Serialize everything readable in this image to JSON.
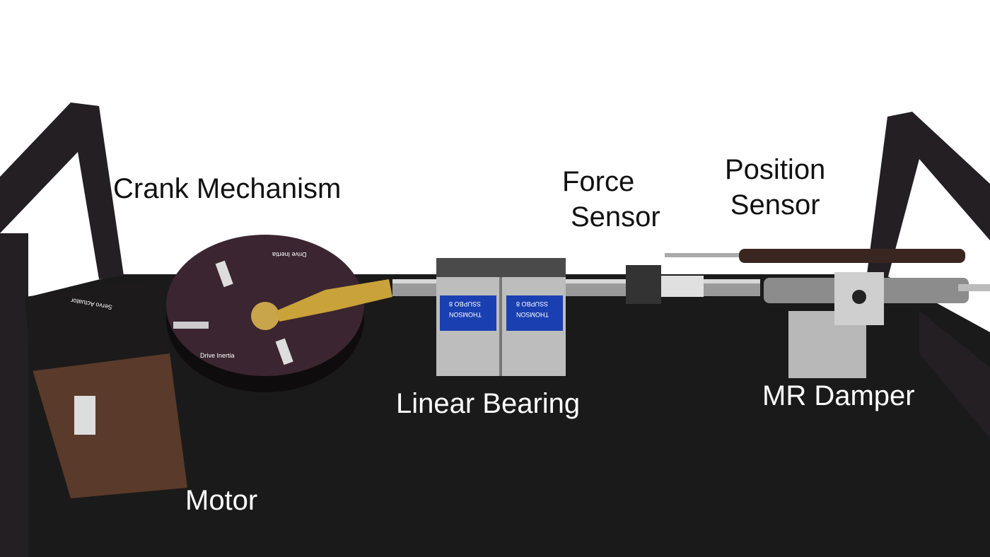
{
  "labels": {
    "crank": "Crank Mechanism",
    "force_line1": "Force",
    "force_line2": "Sensor",
    "position_line1": "Position",
    "position_line2": "Sensor",
    "bearing": "Linear Bearing",
    "damper": "MR Damper",
    "motor": "Motor"
  },
  "device_markings": {
    "actuator": "Servo Actuator",
    "disc_top": "Drive Inertia",
    "disc_bottom": "Drive Inertia",
    "bearing_brand": "THOMSON",
    "bearing_model": "SSUPBO 8"
  },
  "colors": {
    "table": "#1b1a1a",
    "frame": "#241f22",
    "disc": "#3a2530",
    "motor_body": "#5a3a2a",
    "bearing_label": "#1a3fb0"
  }
}
